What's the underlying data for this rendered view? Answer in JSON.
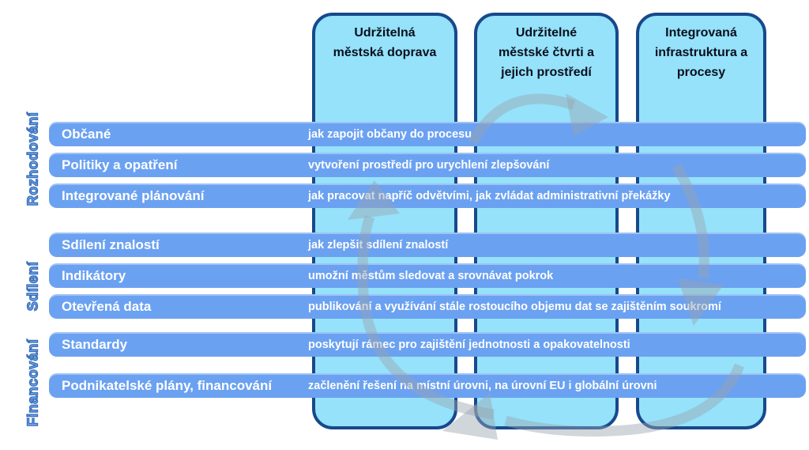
{
  "columns": [
    {
      "title": "Udržitelná městská doprava",
      "lines": [
        "Udržitelná",
        "městská doprava"
      ]
    },
    {
      "title": "Udržitelné městské čtvrti a jejich prostředí",
      "lines": [
        "Udržitelné",
        "městské čtvrti a",
        "jejich prostředí"
      ]
    },
    {
      "title": "Integrovaná infrastruktura a procesy",
      "lines": [
        "Integrovaná",
        "infrastruktura a",
        "procesy"
      ]
    }
  ],
  "rows": [
    {
      "label": "Občané",
      "desc": "jak zapojit občany do procesu"
    },
    {
      "label": "Politiky a opatření",
      "desc": "vytvoření prostředí pro urychlení zlepšování"
    },
    {
      "label": "Integrované plánování",
      "desc": "jak pracovat napříč odvětvími, jak zvládat administrativní překážky"
    },
    {
      "label": "Sdílení znalostí",
      "desc": "jak zlepšit sdílení znalostí"
    },
    {
      "label": "Indikátory",
      "desc": "umožní městům sledovat a srovnávat pokrok"
    },
    {
      "label": "Otevřená data",
      "desc": "publikování a využívání stále rostoucího objemu dat se zajištěním soukromí"
    },
    {
      "label": "Standardy",
      "desc": "poskytují rámec pro zajištění jednotnosti a opakovatelnosti"
    },
    {
      "label": "Podnikatelské plány, financování",
      "desc": "začlenění řešení na místní úrovni, na úrovní EU i globální úrovni"
    }
  ],
  "side_labels": [
    {
      "label": "Rozhodování"
    },
    {
      "label": "Sdílení"
    },
    {
      "label": "Financování"
    }
  ],
  "icons": {
    "cycle_arrows": "gray circular flow arrows (top-right, right-down, bottom-left, left-up)"
  },
  "colors": {
    "background": "#ffffff",
    "pillar_fill": "#95e2fa",
    "pillar_border": "#17498c",
    "pillar_text": "#0a0f1e",
    "bar_fill": "#6ba1f1",
    "bar_text": "#ffffff",
    "side_label_fill": "#7fb3ea",
    "side_label_outline": "#3a70bd",
    "arrow_gray": "#9aa5b0"
  }
}
